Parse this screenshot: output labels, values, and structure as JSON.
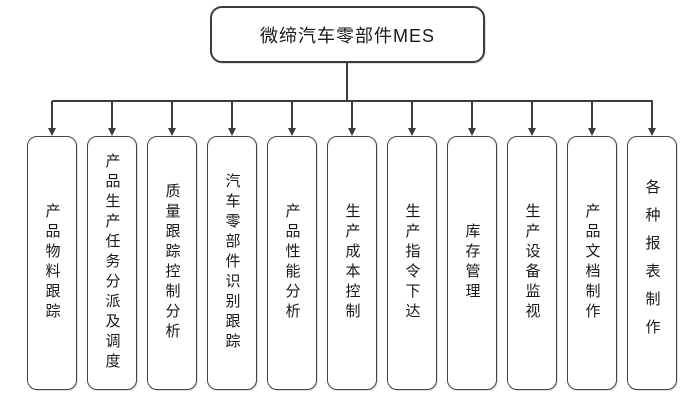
{
  "diagram": {
    "title": "微缔汽车零部件MES",
    "root": {
      "label": "微缔汽车零部件MES"
    },
    "children": [
      {
        "label": "产品物料跟踪"
      },
      {
        "label": "产品生产任务分派及调度"
      },
      {
        "label": "质量跟踪控制分析"
      },
      {
        "label": "汽车零部件识别跟踪"
      },
      {
        "label": "产品性能分析"
      },
      {
        "label": "生产成本控制"
      },
      {
        "label": "生产指令下达"
      },
      {
        "label": "库存管理"
      },
      {
        "label": "生产设备监视"
      },
      {
        "label": "产品文档制作"
      },
      {
        "label": "各种报表制作"
      }
    ],
    "colors": {
      "line": "#3c3c3c",
      "text": "#1a1a1a",
      "background": "#ffffff"
    }
  }
}
